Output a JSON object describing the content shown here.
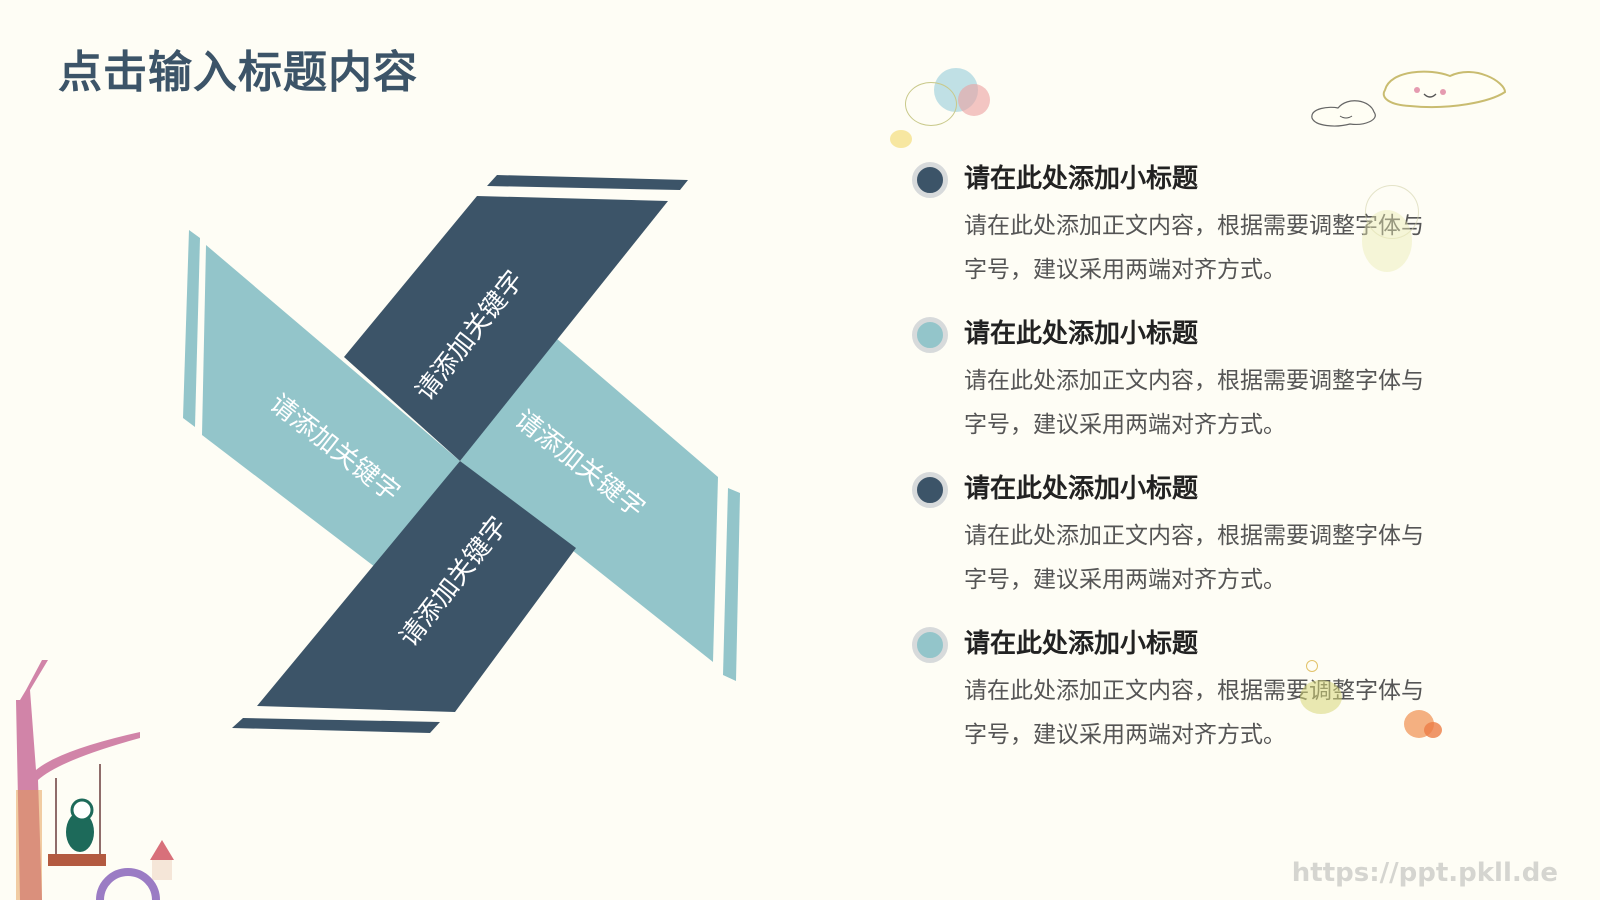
{
  "slide": {
    "title": "点击输入标题内容",
    "colors": {
      "dark": "#3c5468",
      "light": "#93c5ca",
      "background": "#fefdf5"
    }
  },
  "pinwheel": {
    "blades": [
      {
        "position": "top",
        "color": "dark",
        "keyword": "请添加关键字"
      },
      {
        "position": "left",
        "color": "light",
        "keyword": "请添加关键字"
      },
      {
        "position": "right",
        "color": "light",
        "keyword": "请添加关键字"
      },
      {
        "position": "bottom",
        "color": "dark",
        "keyword": "请添加关键字"
      }
    ]
  },
  "list": {
    "items": [
      {
        "title": "请在此处添加小标题",
        "body": "请在此处添加正文内容，根据需要调整字体与字号，建议采用两端对齐方式。",
        "dot_color": "#3c5468"
      },
      {
        "title": "请在此处添加小标题",
        "body": "请在此处添加正文内容，根据需要调整字体与字号，建议采用两端对齐方式。",
        "dot_color": "#93c5ca"
      },
      {
        "title": "请在此处添加小标题",
        "body": "请在此处添加正文内容，根据需要调整字体与字号，建议采用两端对齐方式。",
        "dot_color": "#3c5468"
      },
      {
        "title": "请在此处添加小标题",
        "body": "请在此处添加正文内容，根据需要调整字体与字号，建议采用两端对齐方式。",
        "dot_color": "#93c5ca"
      }
    ]
  },
  "watermark": "https://ppt.pkll.de"
}
